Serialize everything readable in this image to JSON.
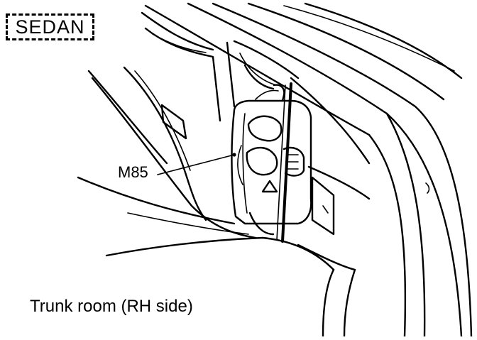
{
  "diagram": {
    "badge": "SEDAN",
    "callout": "M85",
    "caption": "Trunk room (RH side)"
  }
}
